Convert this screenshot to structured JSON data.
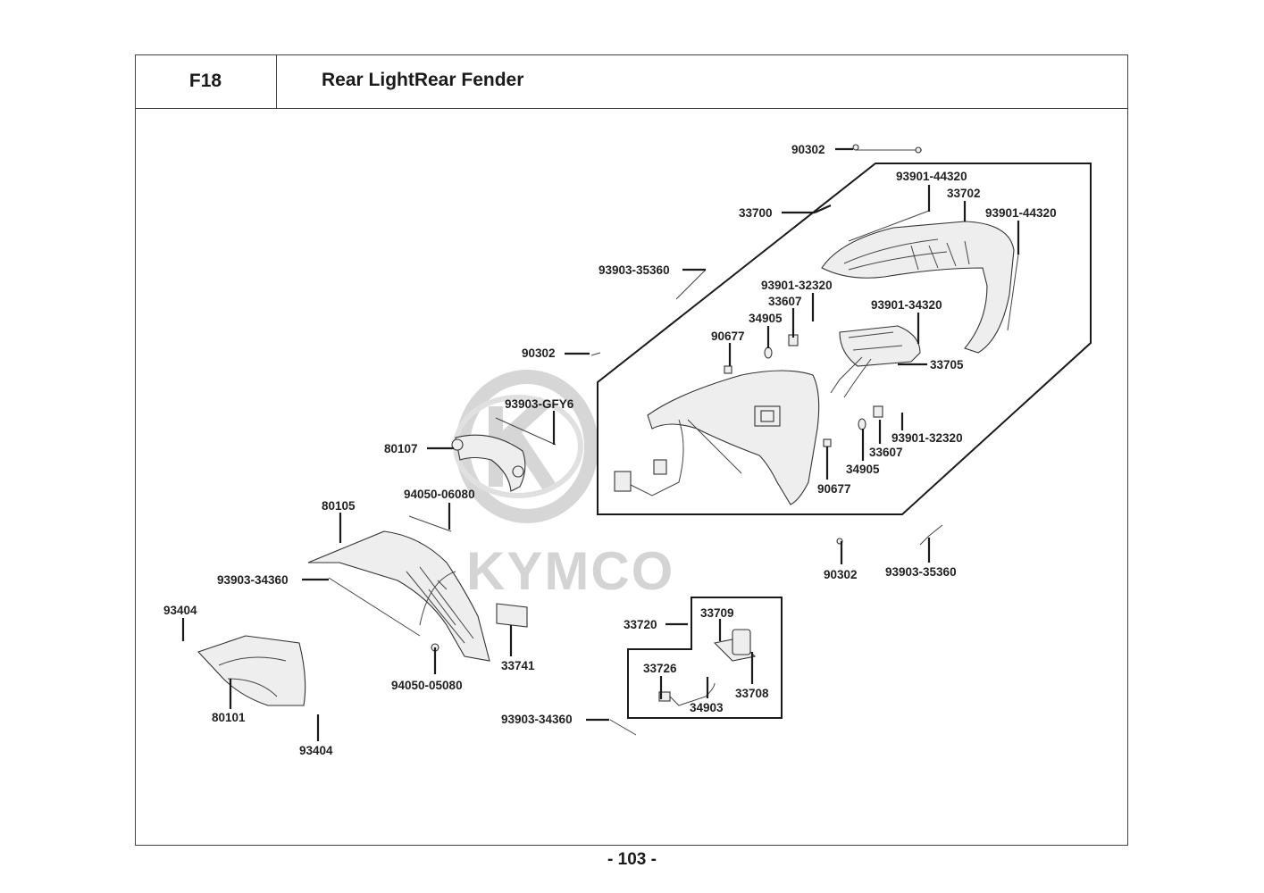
{
  "header": {
    "code": "F18",
    "title": "Rear LightRear Fender"
  },
  "watermark": "KYMCO",
  "page_number": "- 103 -",
  "labels": {
    "p90302_top": "90302",
    "p93901_44320_a": "93901-44320",
    "p33702": "33702",
    "p93901_44320_b": "93901-44320",
    "p33700": "33700",
    "p93903_35360_a": "93903-35360",
    "p93901_32320_a": "93901-32320",
    "p33607_a": "33607",
    "p34905_a": "34905",
    "p93901_34320": "93901-34320",
    "p90677_a": "90677",
    "p90302_mid": "90302",
    "p33705": "33705",
    "p93903_gfy6": "93903-GFY6",
    "p80107": "80107",
    "p93901_32320_b": "93901-32320",
    "p33607_b": "33607",
    "p34905_b": "34905",
    "p90677_b": "90677",
    "p94050_06080": "94050-06080",
    "p80105": "80105",
    "p90302_bot": "90302",
    "p93903_35360_b": "93903-35360",
    "p93903_34360_a": "93903-34360",
    "p33720": "33720",
    "p33709": "33709",
    "p93404_a": "93404",
    "p33741": "33741",
    "p33726": "33726",
    "p33708": "33708",
    "p94050_05080": "94050-05080",
    "p34903": "34903",
    "p80101": "80101",
    "p93903_34360_b": "93903-34360",
    "p93404_b": "93404"
  }
}
